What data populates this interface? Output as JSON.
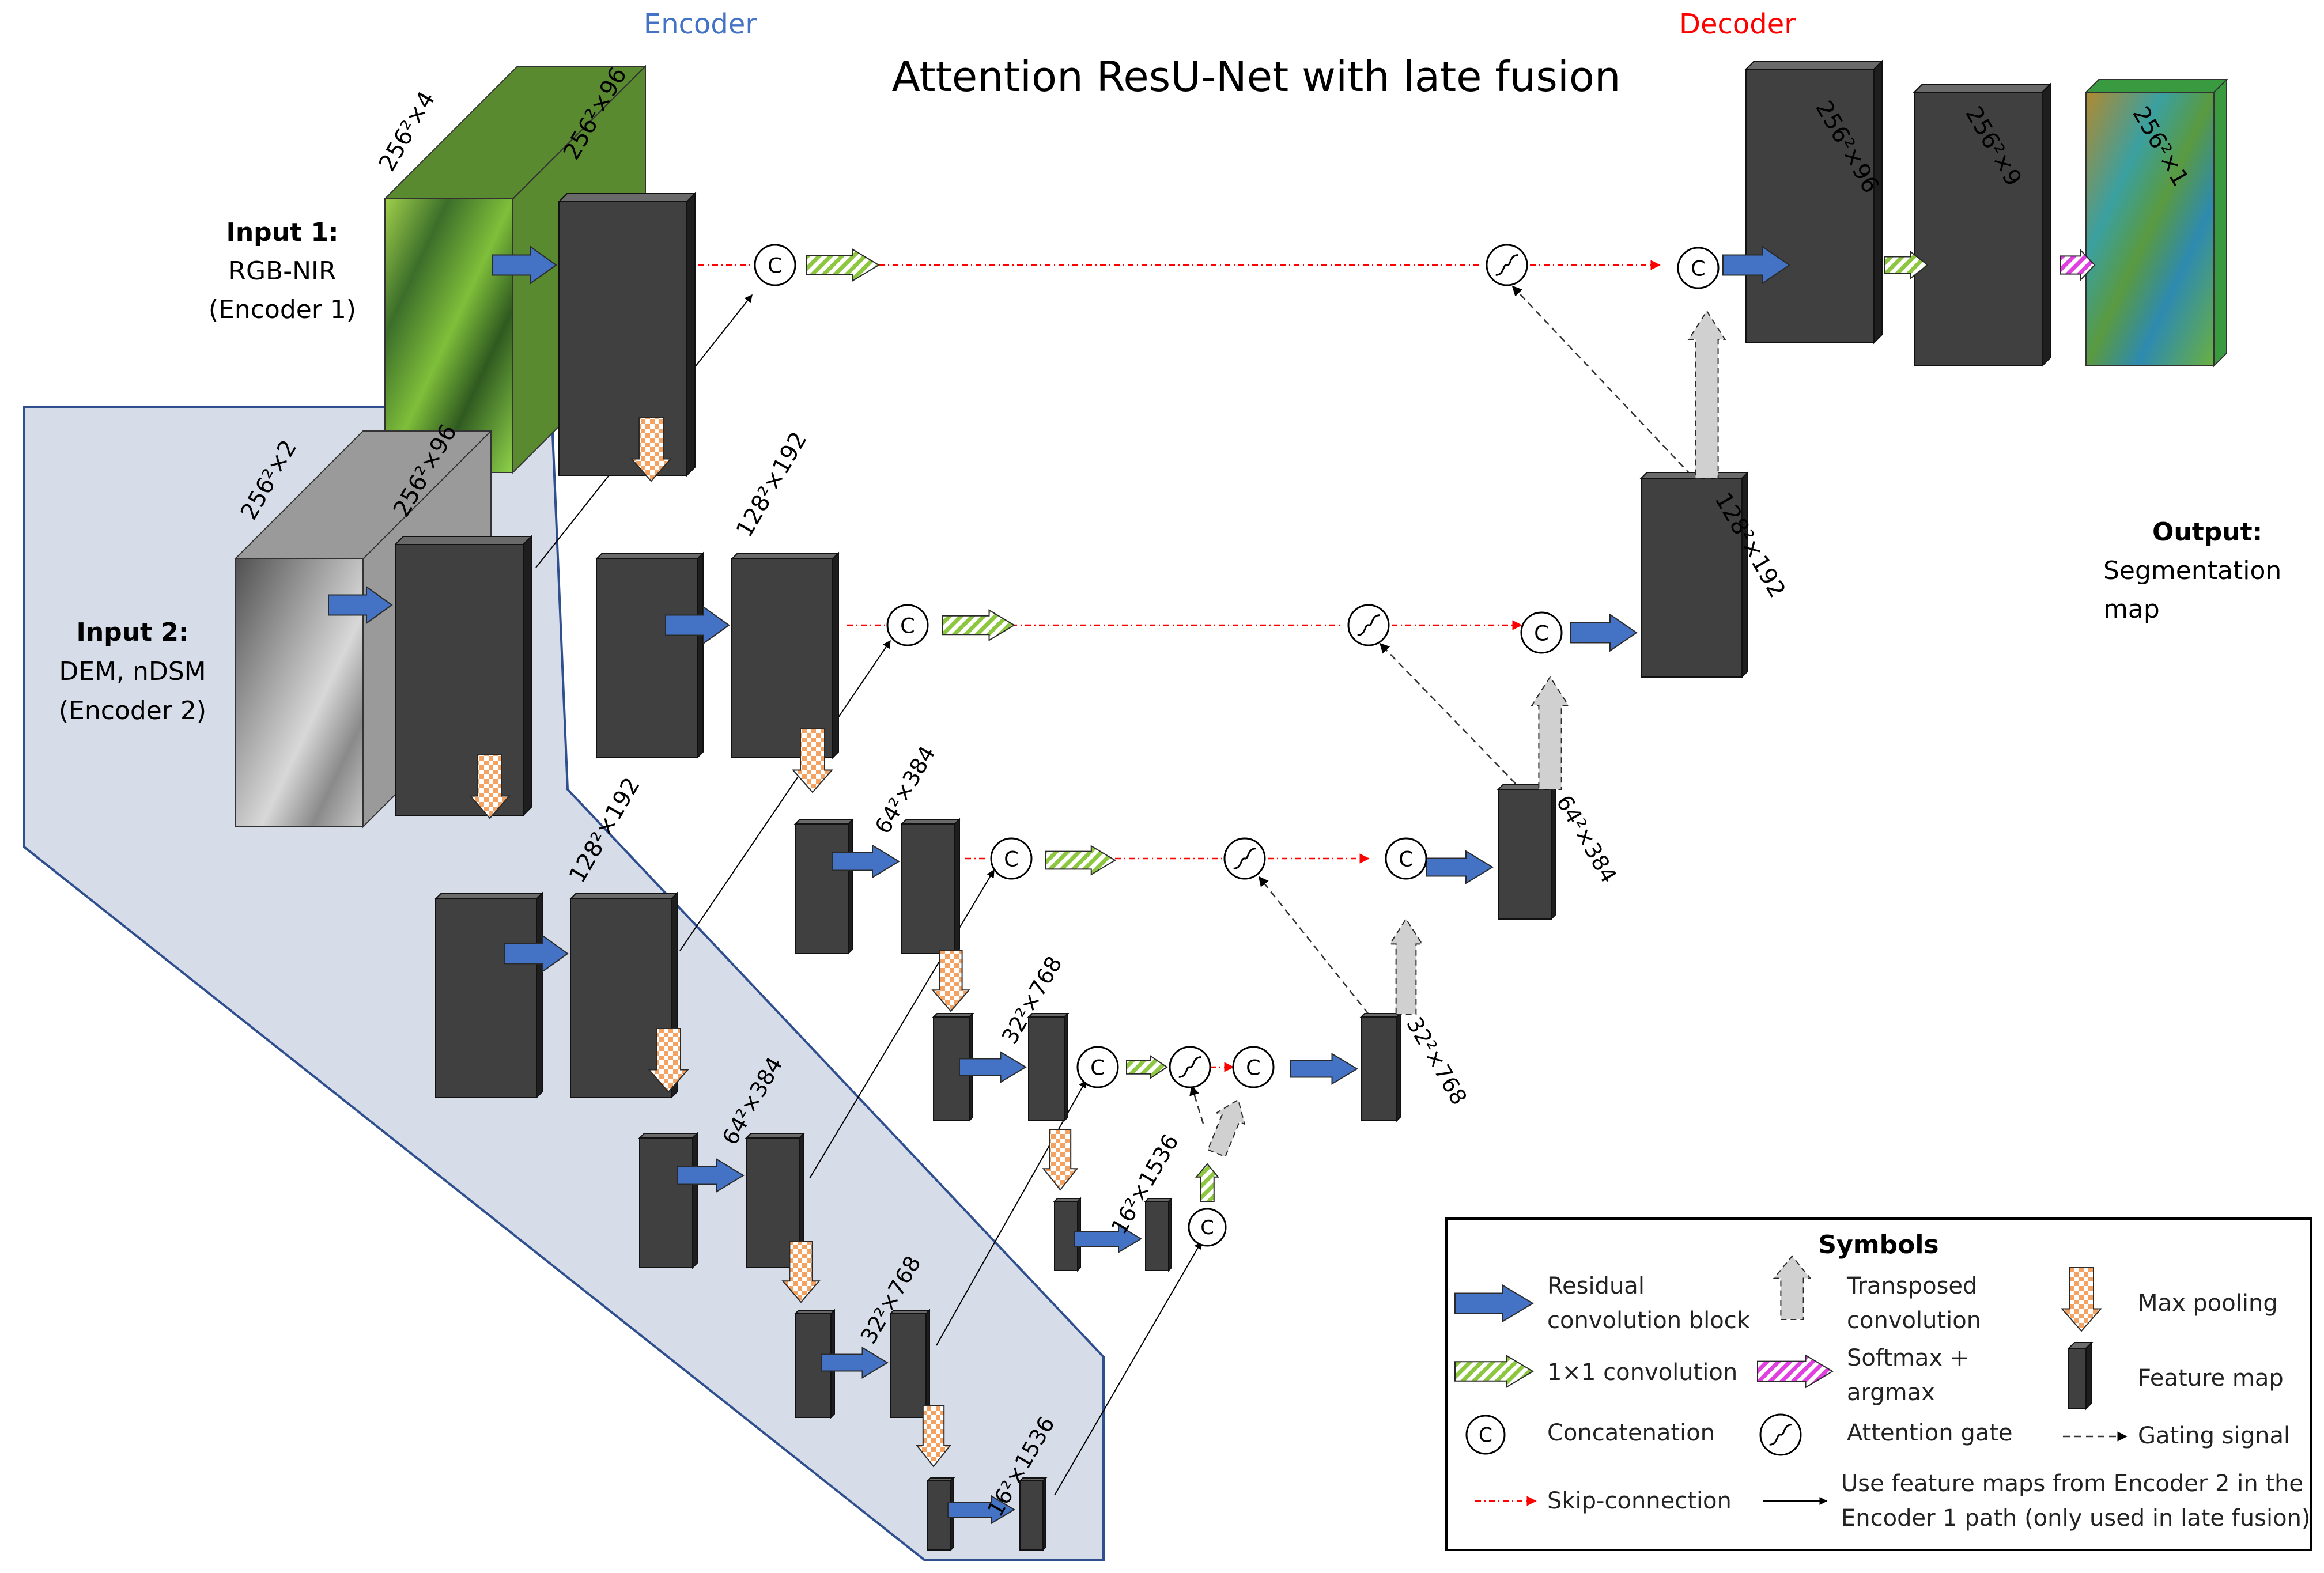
{
  "title": "Attention ResU-Net with late fusion",
  "encoder_label": "Encoder",
  "decoder_label": "Decoder",
  "colors": {
    "encoder_label": "#4472c4",
    "decoder_label": "#ff0000",
    "region_fill": "#d6dce8",
    "region_stroke": "#2f4f8f",
    "feature_front": "#404040",
    "feature_side": "#1e1e1e",
    "residual_arrow": "#4472c4",
    "maxpool_orange": "#f4a261",
    "conv1x1_green": "#8dc63f",
    "transposed_gray": "#d0d0d0",
    "softmax_magenta": "#e040e0",
    "skip_red": "#ff0000"
  },
  "inputs": {
    "input1_title": "Input 1:",
    "input1_line1": "RGB-NIR",
    "input1_line2": "(Encoder 1)",
    "input2_title": "Input 2:",
    "input2_line1": "DEM, nDSM",
    "input2_line2": "(Encoder 2)"
  },
  "output": {
    "title": "Output:",
    "line1": "Segmentation",
    "line2": "map"
  },
  "dims": {
    "in1": "256²×4",
    "in2": "256²×2",
    "e1_1": "256²×96",
    "e2_1": "256²×96",
    "e1_2": "128²×192",
    "e2_2": "128²×192",
    "e1_3": "64²×384",
    "e2_3": "64²×384",
    "e1_4": "32²×768",
    "e2_4": "32²×768",
    "e1_5": "16²×1536",
    "e2_5": "16²×1536",
    "d4": "32²×768",
    "d3": "64²×384",
    "d2": "128²×192",
    "d1": "256²×96",
    "d0": "256²×9",
    "out": "256²×1"
  },
  "concat_symbol": "C",
  "legend": {
    "title": "Symbols",
    "residual": [
      "Residual",
      "convolution block"
    ],
    "transposed": [
      "Transposed",
      "convolution"
    ],
    "maxpool": "Max pooling",
    "conv1x1": "1×1 convolution",
    "softmax": [
      "Softmax +",
      "argmax"
    ],
    "featuremap": "Feature map",
    "concat": "Concatenation",
    "attention": "Attention gate",
    "gating": "Gating signal",
    "skip": "Skip-connection",
    "use_features": [
      "Use feature maps from Encoder 2 in the",
      "Encoder 1 path (only used in late fusion)"
    ]
  }
}
